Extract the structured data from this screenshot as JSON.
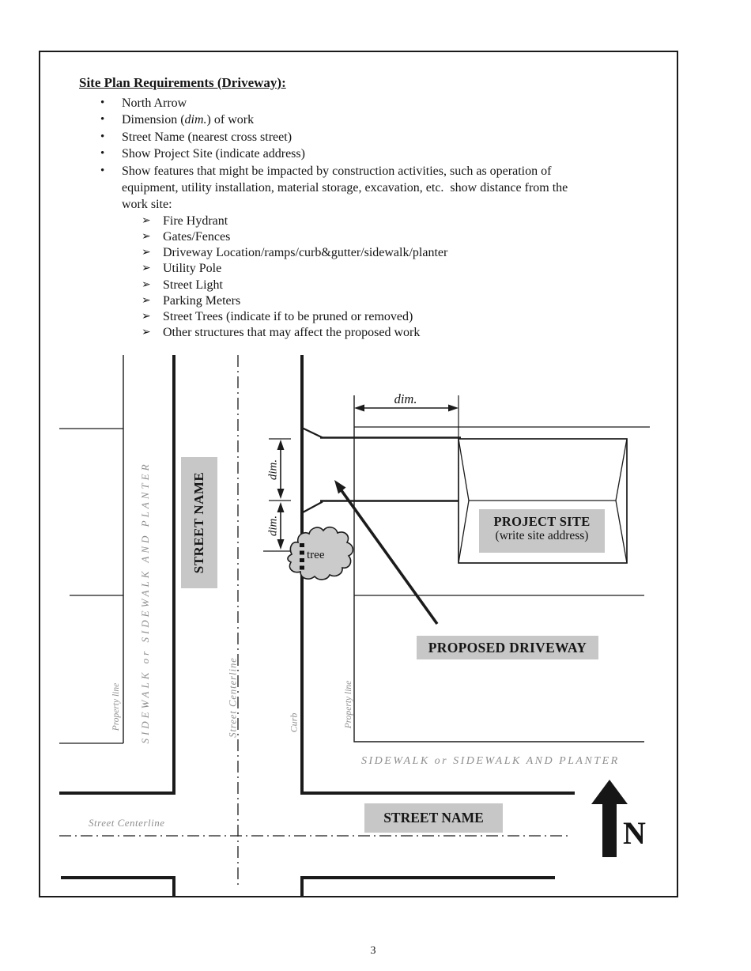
{
  "page": {
    "number": "3"
  },
  "requirements": {
    "heading": "Site Plan Requirements (Driveway):",
    "bullet_marker": "•",
    "sub_bullet_marker": "➢",
    "bullets": [
      {
        "segments": [
          {
            "text": "North Arrow"
          }
        ]
      },
      {
        "segments": [
          {
            "text": "Dimension ("
          },
          {
            "text": "dim."
          },
          {
            "text": ") of work"
          }
        ]
      },
      {
        "segments": [
          {
            "text": "Street Name (nearest cross street)"
          }
        ]
      },
      {
        "segments": [
          {
            "text": "Show Project Site (indicate address)"
          }
        ]
      },
      {
        "segments": [
          {
            "text": "Show features that might be impacted by construction activities, such as operation of equipment, utility installation, material storage, excavation, etc.  show distance from the work site:"
          }
        ]
      }
    ],
    "sub_bullets": [
      "Fire Hydrant",
      "Gates/Fences",
      "Driveway Location/ramps/curb&gutter/sidewalk/planter",
      "Utility Pole",
      "Street Light",
      "Parking Meters",
      "Street Trees (indicate if to be pruned or removed)",
      "Other structures that may affect the proposed work"
    ]
  },
  "diagram": {
    "labels": {
      "street_name_vertical": "STREET NAME",
      "street_name_horizontal": "STREET NAME",
      "sidewalk_vertical": "SIDEWALK or SIDEWALK AND PLANTER",
      "sidewalk_horizontal": "SIDEWALK or SIDEWALK AND PLANTER",
      "property_line_left": "Property line",
      "property_line_right": "Property line",
      "street_centerline_vertical": "Street Centerline",
      "street_centerline_horizontal": "Street Centerline",
      "curb": "Curb",
      "tree": "tree",
      "dim_horizontal": "dim.",
      "dim_vertical_upper": "dim.",
      "dim_vertical_lower": "dim.",
      "project_site_line1": "PROJECT SITE",
      "project_site_line2": "(write site address)",
      "proposed_driveway": "PROPOSED DRIVEWAY",
      "north": "N"
    },
    "colors": {
      "label_box_bg": "#c7c7c7",
      "faded_text": "#8f8f8f",
      "line": "#1b1b1b"
    }
  }
}
